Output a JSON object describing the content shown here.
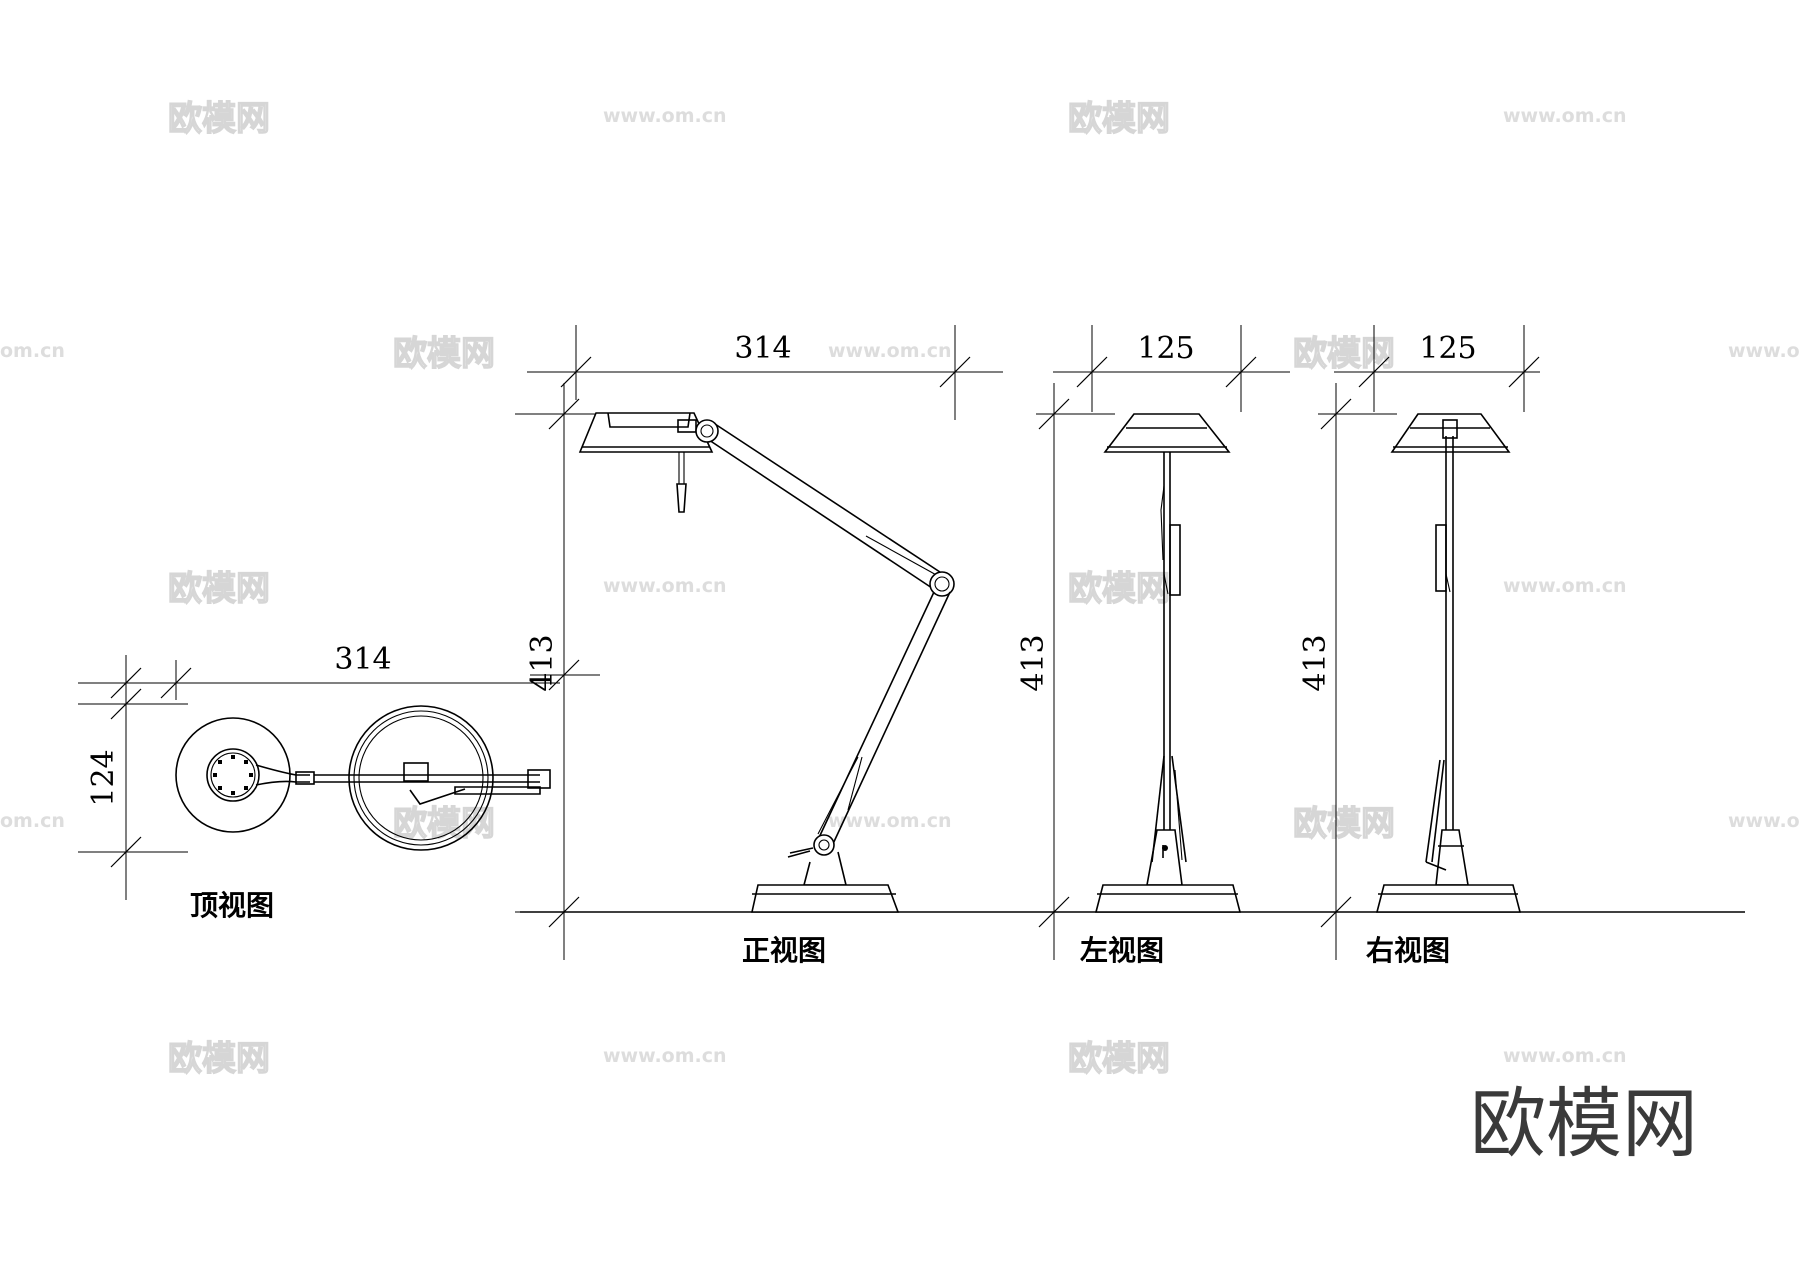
{
  "views": {
    "top": {
      "label": "顶视图",
      "width": "314",
      "depth": "124"
    },
    "front": {
      "label": "正视图",
      "width": "314",
      "height": "413"
    },
    "left": {
      "label": "左视图",
      "width": "125",
      "height": "413"
    },
    "right": {
      "label": "右视图",
      "width": "125",
      "height": "413"
    }
  },
  "watermark": {
    "brand": "欧模网",
    "url": "www.om.cn",
    "url_fragment": "om.cn"
  },
  "brand_logo": "欧模网"
}
